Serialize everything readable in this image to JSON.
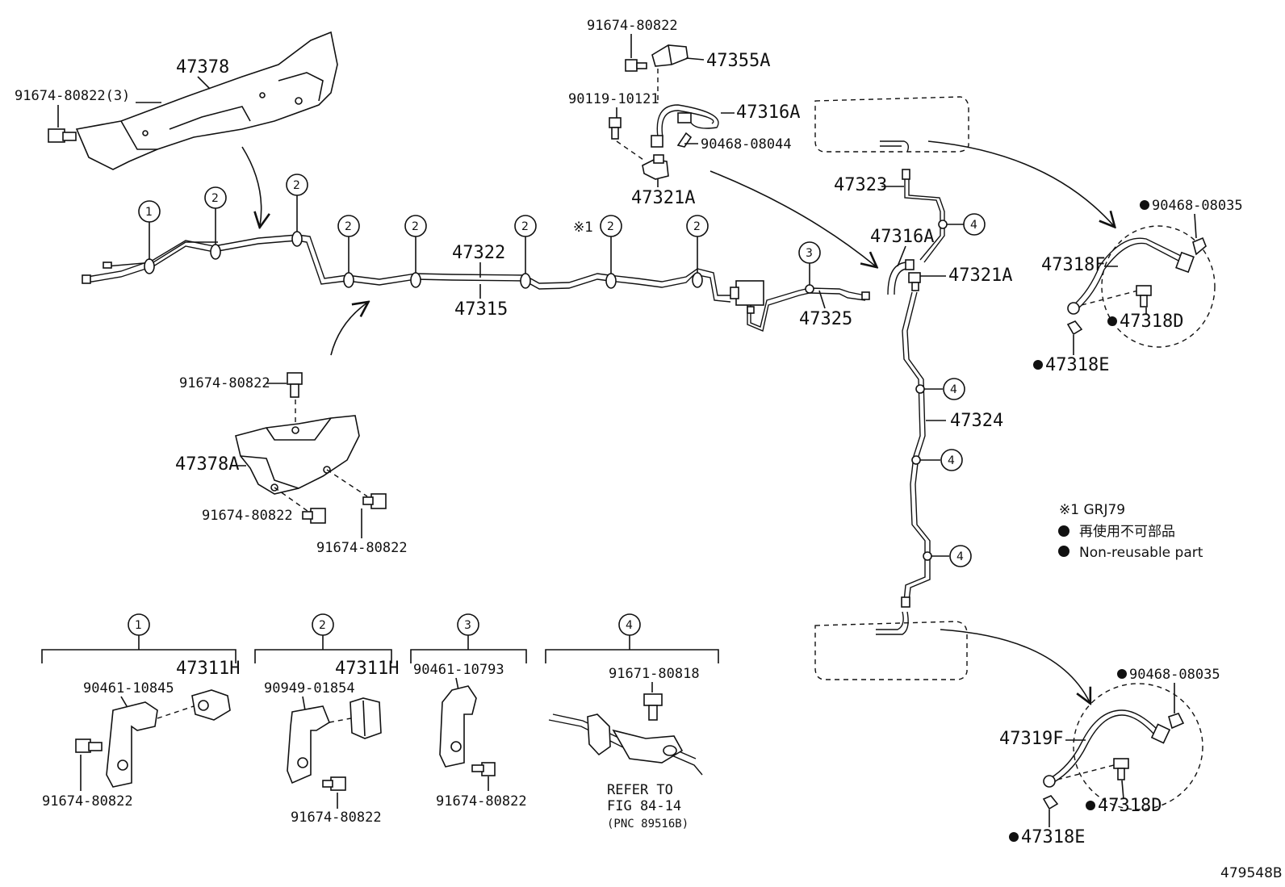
{
  "diagram_id": "479548B",
  "notes": {
    "grj_marker": "※1 GRJ79",
    "jp_nonreusable": "再使用不可部品",
    "en_nonreusable": "Non-reusable part"
  },
  "markers": {
    "m1": "1",
    "m2": "2",
    "m3": "3",
    "m4": "4",
    "star1": "※1"
  },
  "labels": {
    "p47378": "47378",
    "bolt3": "91674-80822(3)",
    "p47355A": "47355A",
    "bolt_top": "91674-80822",
    "p90119": "90119-10121",
    "p47316A_top": "47316A",
    "p90468_08044": "90468-08044",
    "p47321A_top": "47321A",
    "p47322": "47322",
    "p47315": "47315",
    "p47325": "47325",
    "p47323": "47323",
    "p47316A_mid": "47316A",
    "p47321A_mid": "47321A",
    "p47324": "47324",
    "p90468_08035_a": "90468-08035",
    "p47318F": "47318F",
    "p47318D_a": "47318D",
    "p47318E_a": "47318E",
    "bolt_mid": "91674-80822",
    "p47378A": "47378A",
    "bolt_mid2": "91674-80822",
    "bolt_mid3": "91674-80822",
    "p90468_08035_b": "90468-08035",
    "p47319F": "47319F",
    "p47318D_b": "47318D",
    "p47318E_b": "47318E"
  },
  "detail_groups": [
    {
      "marker": "1",
      "part_a": "90461-10845",
      "part_b": "47311H",
      "bolt": "91674-80822"
    },
    {
      "marker": "2",
      "part_a": "90949-01854",
      "part_b": "47311H",
      "bolt": "91674-80822"
    },
    {
      "marker": "3",
      "part_a": "90461-10793",
      "bolt": "91674-80822"
    },
    {
      "marker": "4",
      "part_a": "91671-80818",
      "ref1": "REFER TO",
      "ref2": "FIG 84-14",
      "ref3": "(PNC 89516B)"
    }
  ]
}
